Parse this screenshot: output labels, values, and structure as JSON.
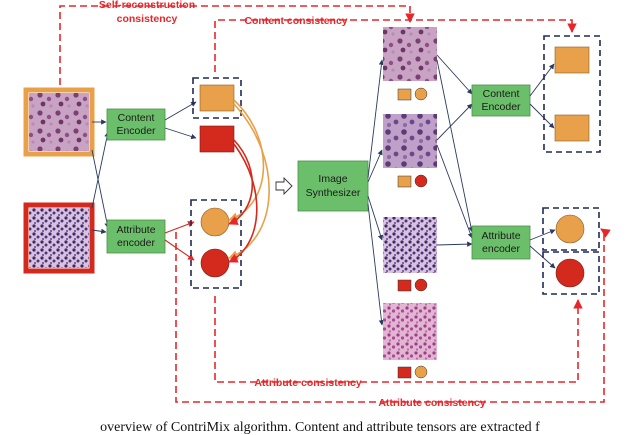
{
  "labels": {
    "self_recon_line1": "Self-reconstruction",
    "self_recon_line2": "consistency",
    "content_consistency": "Content consistency",
    "attribute_consistency_1": "Attribute consistency",
    "attribute_consistency_2": "Attribute consistency"
  },
  "boxes": {
    "content_encoder_1_line1": "Content",
    "content_encoder_1_line2": "Encoder",
    "attribute_encoder_1_line1": "Attribute",
    "attribute_encoder_1_line2": "encoder",
    "image_synthesizer_line1": "Image",
    "image_synthesizer_line2": "Synthesizer",
    "content_encoder_2_line1": "Content",
    "content_encoder_2_line2": "Encoder",
    "attribute_encoder_2_line1": "Attribute",
    "attribute_encoder_2_line2": "encoder"
  },
  "caption": "overview of ContriMix algorithm. Content and attribute tensors are extracted f",
  "colors": {
    "encoder_green": "#6cbf6a",
    "content_orange": "#e8a04a",
    "attribute_red": "#d42a1e",
    "consistency_red": "#e8262a",
    "dashed_box": "#1f2a55",
    "tissue_purple": "#9a5a8f"
  }
}
